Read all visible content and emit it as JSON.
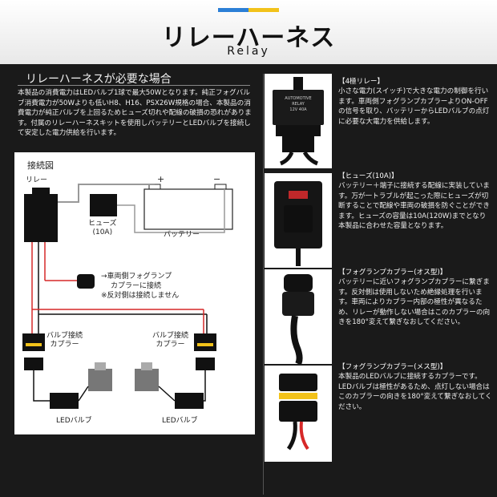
{
  "header": {
    "title": "リレーハーネス",
    "subtitle": "Relay"
  },
  "section": {
    "title": "リレーハーネスが必要な場合",
    "intro": "本製品の消費電力はLEDバルブ1球で最大50Wとなります。純正フォグバルブ消費電力が50Wよりも低いH8、H16、PSX26W規格の場合、本製品の消費電力が純正バルブを上回るためヒューズ切れや配線の破損の恐れがあります。付属のリレーハーネスキットを使用しバッテリーとLEDバルブを接続して安定した電力供給を行います。"
  },
  "diagram": {
    "title": "接続図",
    "relay": "リレー",
    "fuse": "ヒューズ\n(10A)",
    "battery": "バッテリー",
    "plus": "+",
    "minus": "−",
    "note1": "→車両側フォグランプ",
    "note2": "カプラーに接続",
    "note3": "※反対側は接続しません",
    "coupler_left": "バルブ接続\nカプラー",
    "coupler_right": "バルブ接続\nカプラー",
    "led_left": "LEDバルブ",
    "led_right": "LEDバルブ"
  },
  "relay_label": {
    "line1": "AUTOMOTIVE",
    "line2": "RELAY",
    "line3": "12V   40A"
  },
  "panels": [
    {
      "heading": "【4極リレー】",
      "body": "小さな電力(スイッチ)で大きな電力の制御を行います。車両側フォグランプカプラーよりON-OFFの信号を取り、バッテリーからLEDバルブの点灯に必要な大電力を供給します。"
    },
    {
      "heading": "【ヒューズ(10A)】",
      "body": "バッテリー＋端子に接続する配線に実装しています。万が一トラブルが起こった際にヒューズが切断することで配線や車両の破損を防ぐことができます。ヒューズの容量は10A(120W)までとなり本製品に合わせた容量となります。"
    },
    {
      "heading": "【フォグランプカプラー(オス型)】",
      "body": "バッテリーに近いフォグランプカプラーに繋ぎます。反対側は使用しないため絶縁処理を行います。車両によりカプラー内部の極性が異なるため、リレーが動作しない場合はこのカプラーの向きを180°変えて繋ぎなおしてください。"
    },
    {
      "heading": "【フォグランプカプラー(メス型)】",
      "body": "本製品のLEDバルブに接続するカプラーです。LEDバルブは極性があるため、点灯しない場合はこのカプラーの向きを180°変えて繋ぎなおしてください。"
    }
  ],
  "colors": {
    "accent_blue": "#2b7fd6",
    "accent_yellow": "#f2c21a",
    "wire_red": "#d62828",
    "fuse_red": "#c0282a"
  }
}
